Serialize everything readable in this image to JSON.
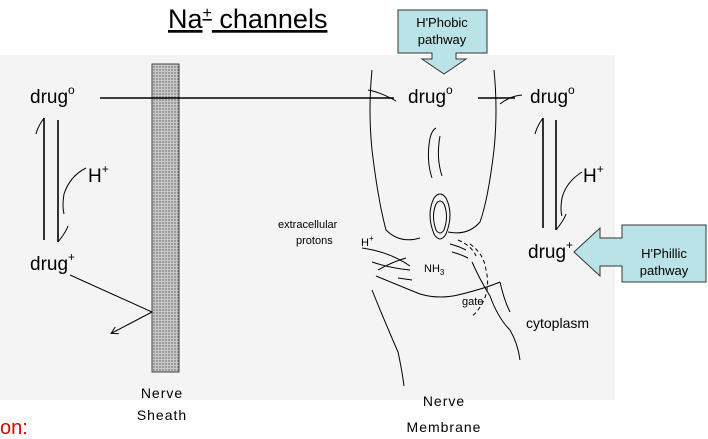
{
  "title": {
    "main": "Na",
    "sup": "+",
    "rest": " channels"
  },
  "callouts": {
    "hphobic": {
      "line1": "H'Phobic",
      "line2": "pathway",
      "fill": "#b9e3e6"
    },
    "hphillic": {
      "line1": "H'Phillic",
      "line2": "pathway",
      "fill": "#b9e3e6"
    }
  },
  "labels": {
    "drug_neutral_left": "drug",
    "drug_neutral_mid": "drug",
    "drug_neutral_right": "drug",
    "neutral_sup": "o",
    "drug_charged_left": "drug",
    "drug_charged_right": "drug",
    "charged_sup": "+",
    "h_plus_left": "H",
    "h_plus_right": "H",
    "h_sup": "+",
    "extracellular_line1": "extracellular",
    "extracellular_line2": "protons",
    "h_small": "H",
    "nh3": "NH",
    "nh3_sub": "3",
    "gate": "gate",
    "cytoplasm": "cytoplasm",
    "nerve_sheath_line1": "Nerve",
    "nerve_sheath_line2": "Sheath",
    "nerve_membrane_line1": "Nerve",
    "nerve_membrane_line2": "Membrane",
    "partial_text": "on:"
  },
  "colors": {
    "panel_bg": "#f4f4f4",
    "sheath_fill": "#bdbdbd",
    "partial_text": "#e00000"
  }
}
